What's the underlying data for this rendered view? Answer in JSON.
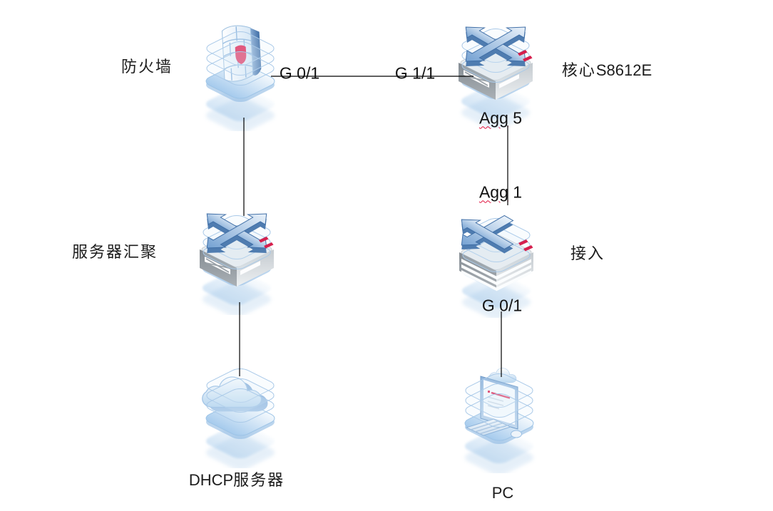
{
  "diagram": {
    "kind": "network-topology",
    "labels": {
      "firewall": "防火墙",
      "core_zh": "核心",
      "core_en": "S8612E",
      "server_agg": "服务器汇聚",
      "access": "接入",
      "dhcp_en": "DHCP",
      "dhcp_zh": "服务器",
      "pc": "PC"
    },
    "ports": {
      "fw_uplink": "G 0/1",
      "core_to_fw": "G 1/1",
      "agg5": {
        "word": "Agg",
        "num": " 5"
      },
      "agg1": {
        "word": "Agg",
        "num": " 1"
      },
      "access_downlink": "G 0/1"
    },
    "nodes": [
      {
        "id": "firewall",
        "label": "防火墙",
        "type": "firewall"
      },
      {
        "id": "core",
        "label": "核心S8612E",
        "type": "l3-switch"
      },
      {
        "id": "server-agg",
        "label": "服务器汇聚",
        "type": "l3-switch"
      },
      {
        "id": "access",
        "label": "接入",
        "type": "l2-switch"
      },
      {
        "id": "dhcp",
        "label": "DHCP服务器",
        "type": "cloud-server"
      },
      {
        "id": "pc",
        "label": "PC",
        "type": "workstation"
      }
    ],
    "connections": [
      {
        "from": "firewall",
        "from_port": "G 0/1",
        "to": "core",
        "to_port": "G 1/1"
      },
      {
        "from": "core",
        "from_port": "Agg 5",
        "to": "access",
        "to_port": "Agg 1"
      },
      {
        "from": "firewall",
        "from_port": "",
        "to": "server-agg",
        "to_port": ""
      },
      {
        "from": "server-agg",
        "from_port": "",
        "to": "dhcp",
        "to_port": ""
      },
      {
        "from": "access",
        "from_port": "G 0/1",
        "to": "pc",
        "to_port": ""
      }
    ],
    "spellcheck_underlined_words": [
      "Agg"
    ]
  },
  "colors": {
    "background": "#ffffff",
    "link_line": "#000000",
    "wire_outline": "#a9c9e8",
    "plate_blue": "#a6cbed",
    "arrow_blue": "#74a1d2",
    "chassis_gray": "#8a9298",
    "accent_red_dash": "#d6204d",
    "shield_red": "#e31043",
    "spellcheck_red": "#e0103c",
    "text": "#1c1c1c"
  }
}
